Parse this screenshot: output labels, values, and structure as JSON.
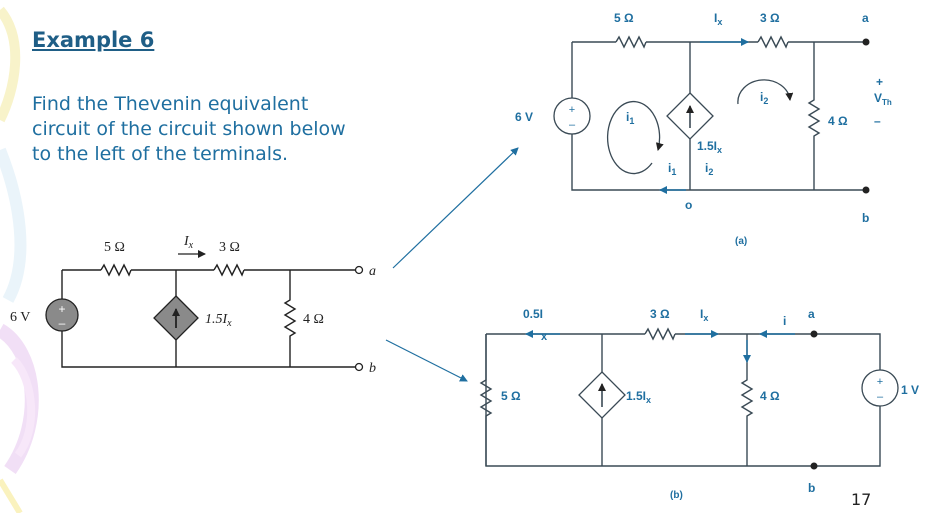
{
  "slide": {
    "title": "Example 6",
    "body": "Find the Thevenin equivalent circuit of the circuit shown below to the left of the terminals.",
    "page_number": "17"
  },
  "left_circuit": {
    "r1": "5 Ω",
    "r2": "3 Ω",
    "r3": "4 Ω",
    "source": "6 V",
    "source_plus": "+",
    "source_minus": "–",
    "current_label": "I",
    "current_sub": "x",
    "dep_source": "1.5I",
    "dep_sub": "x",
    "terminal_a": "a",
    "terminal_b": "b"
  },
  "circuit_a": {
    "caption": "(a)",
    "r1": "5 Ω",
    "r2": "3 Ω",
    "r3": "4 Ω",
    "source": "6 V",
    "plus": "+",
    "minus": "–",
    "ix_main": "I",
    "ix_sub": "x",
    "dep_main": "1.5I",
    "dep_sub": "x",
    "mesh1_main": "i",
    "mesh1_sub": "1",
    "mesh2_main": "i",
    "mesh2_sub": "2",
    "node_o": "o",
    "terminal_a": "a",
    "terminal_b": "b",
    "vth_plus": "+",
    "vth_main": "V",
    "vth_sub": "Th",
    "vth_minus": "–"
  },
  "circuit_b": {
    "caption": "(b)",
    "r5": "5 Ω",
    "r3": "3 Ω",
    "r4": "4 Ω",
    "source": "1 V",
    "plus": "+",
    "minus": "–",
    "current_05_main": "0.5I",
    "current_05_sub": "x",
    "ix_main": "I",
    "ix_sub": "x",
    "dep_main": "1.5I",
    "dep_sub": "x",
    "i_label": "i",
    "terminal_a": "a",
    "terminal_b": "b"
  },
  "colors": {
    "accent": "#1f6fa0",
    "heading": "#1f5e86",
    "dep_fill": "#8a8a8a"
  }
}
